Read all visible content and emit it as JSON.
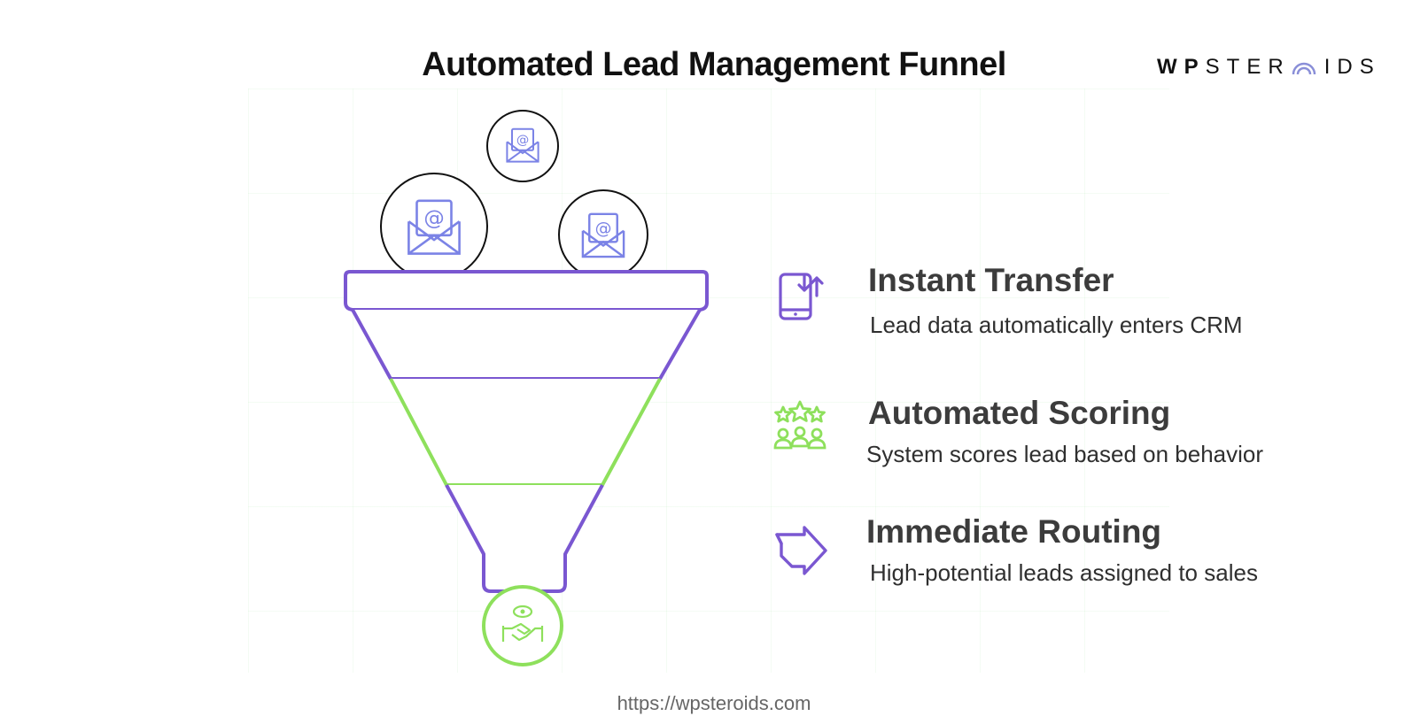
{
  "header": {
    "title": "Automated Lead Management Funnel"
  },
  "brand": {
    "part1": "WP",
    "part2": "STER",
    "part3": "IDS",
    "colors": {
      "text": "#111111",
      "accent": "#8a8fd8"
    }
  },
  "funnel": {
    "inputs": [
      {
        "icon": "email-icon"
      },
      {
        "icon": "email-icon"
      },
      {
        "icon": "email-icon"
      }
    ],
    "output_icon": "handshake-icon",
    "colors": {
      "purple": "#7a57d1",
      "green": "#8ee05c",
      "outline": "#111111",
      "icon": "#7b83e6"
    }
  },
  "steps": [
    {
      "heading": "Instant Transfer",
      "description": "Lead data automatically enters CRM",
      "icon": "phone-transfer-icon",
      "color": "#7a57d1"
    },
    {
      "heading": "Automated Scoring",
      "description": "System scores lead based on behavior",
      "icon": "scoring-stars-icon",
      "color": "#8ee05c"
    },
    {
      "heading": "Immediate Routing",
      "description": "High-potential leads assigned to sales",
      "icon": "routing-arrow-icon",
      "color": "#7a57d1"
    }
  ],
  "footer": {
    "url": "https://wpsteroids.com"
  }
}
